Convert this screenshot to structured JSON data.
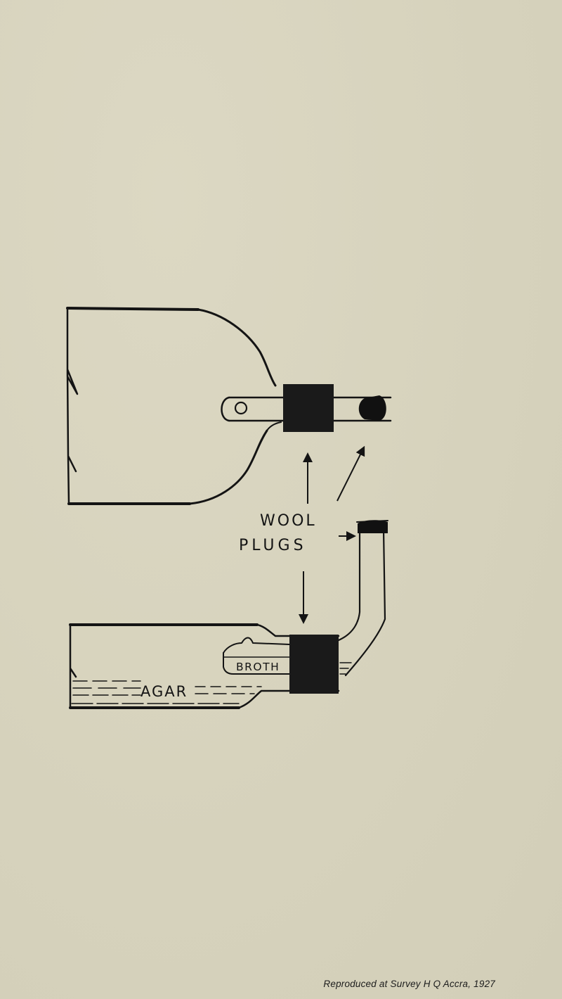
{
  "diagram": {
    "label_wool": "WOOL",
    "label_plugs": "PLUGS",
    "label_broth": "BROTH",
    "label_agar": "AGAR"
  },
  "credit": "Reproduced at Survey H Q Accra, 1927",
  "colors": {
    "ink": "#141414",
    "paper": "#d8d4bf"
  }
}
